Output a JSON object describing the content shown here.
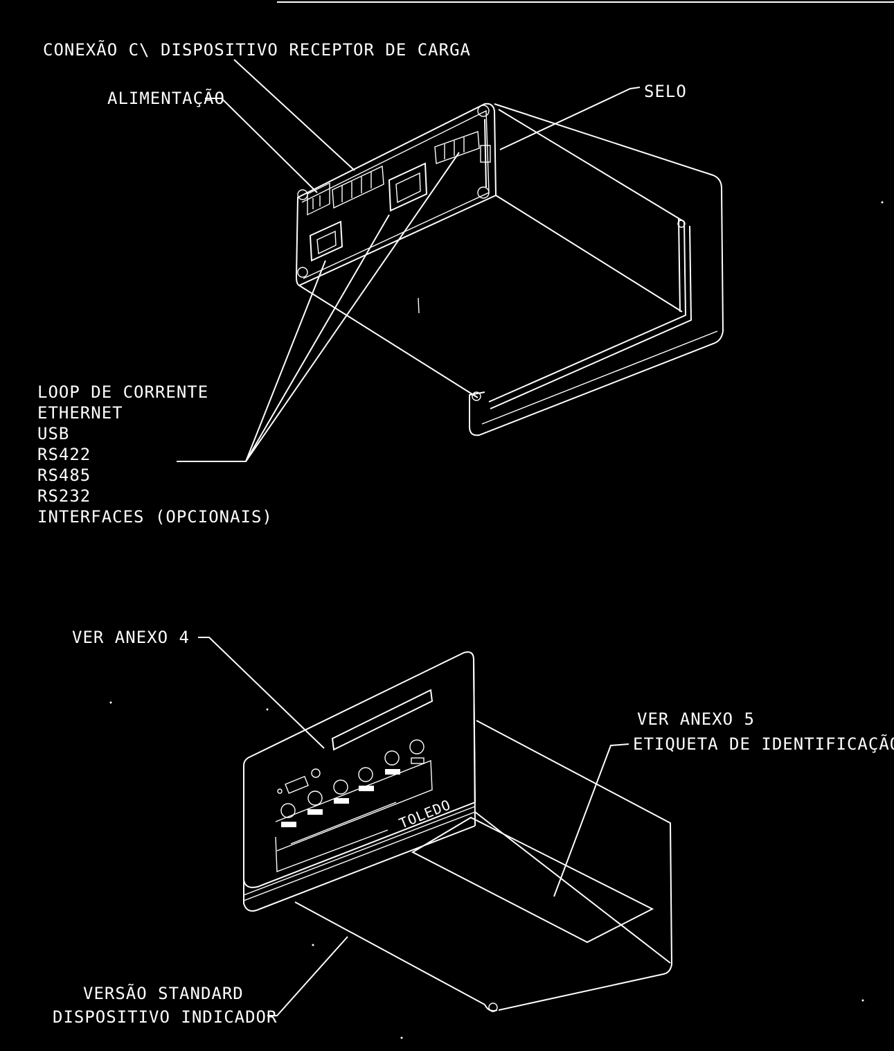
{
  "labels": {
    "conexao": "CONEXÃO C\\ DISPOSITIVO RECEPTOR DE CARGA",
    "alimentacao": "ALIMENTAÇÃO",
    "selo": "SELO",
    "interfaces": [
      "LOOP DE CORRENTE",
      "ETHERNET",
      "USB",
      "RS422",
      "RS485",
      "RS232",
      "INTERFACES (OPCIONAIS)"
    ],
    "ver_anexo_4": "VER ANEXO 4",
    "ver_anexo_5": "VER ANEXO 5",
    "etiqueta": "ETIQUETA DE IDENTIFICAÇÃO",
    "versao": "VERSÃO STANDARD",
    "dispositivo": "DISPOSITIVO INDICADOR",
    "brand": "TOLEDO"
  },
  "colors": {
    "background": "#000000",
    "ink": "#ffffff"
  }
}
